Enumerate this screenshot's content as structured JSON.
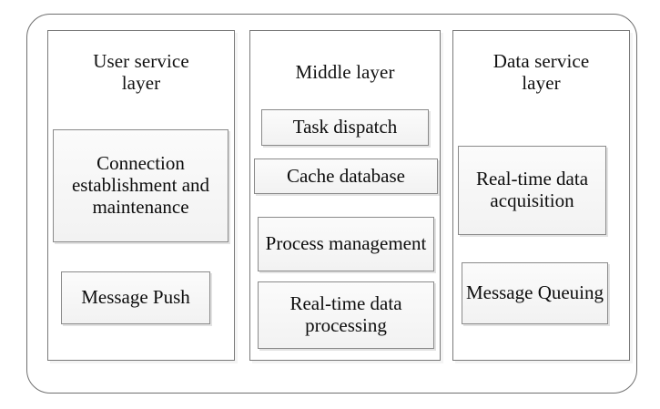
{
  "diagram": {
    "type": "three-tier-architecture-block-diagram",
    "columns": [
      {
        "id": "user-service-layer",
        "title": "User service\nlayer",
        "title_line1": "User service",
        "title_line2": "layer",
        "components": [
          {
            "id": "connection-establishment-and-maintenance",
            "label": "Connection establishment and maintenance"
          },
          {
            "id": "message-push",
            "label": "Message Push"
          }
        ]
      },
      {
        "id": "middle-layer",
        "title": "Middle layer",
        "title_line1": "Middle layer",
        "title_line2": "",
        "components": [
          {
            "id": "task-dispatch",
            "label": "Task dispatch"
          },
          {
            "id": "cache-database",
            "label": "Cache database"
          },
          {
            "id": "process-management",
            "label": "Process management"
          },
          {
            "id": "real-time-data-processing",
            "label": "Real-time data processing"
          }
        ]
      },
      {
        "id": "data-service-layer",
        "title": "Data service\nlayer",
        "title_line1": "Data service",
        "title_line2": "layer",
        "components": [
          {
            "id": "real-time-data-acquisition",
            "label": "Real-time data acquisition"
          },
          {
            "id": "message-queuing",
            "label": "Message Queuing"
          }
        ]
      }
    ]
  },
  "colors": {
    "background": "#ffffff",
    "outer_border": "#6f6f6f",
    "column_border": "#7a7a7a",
    "component_border": "#8a8a8a",
    "component_fill": "#f4f4f4",
    "text": "#0d0d0d"
  }
}
